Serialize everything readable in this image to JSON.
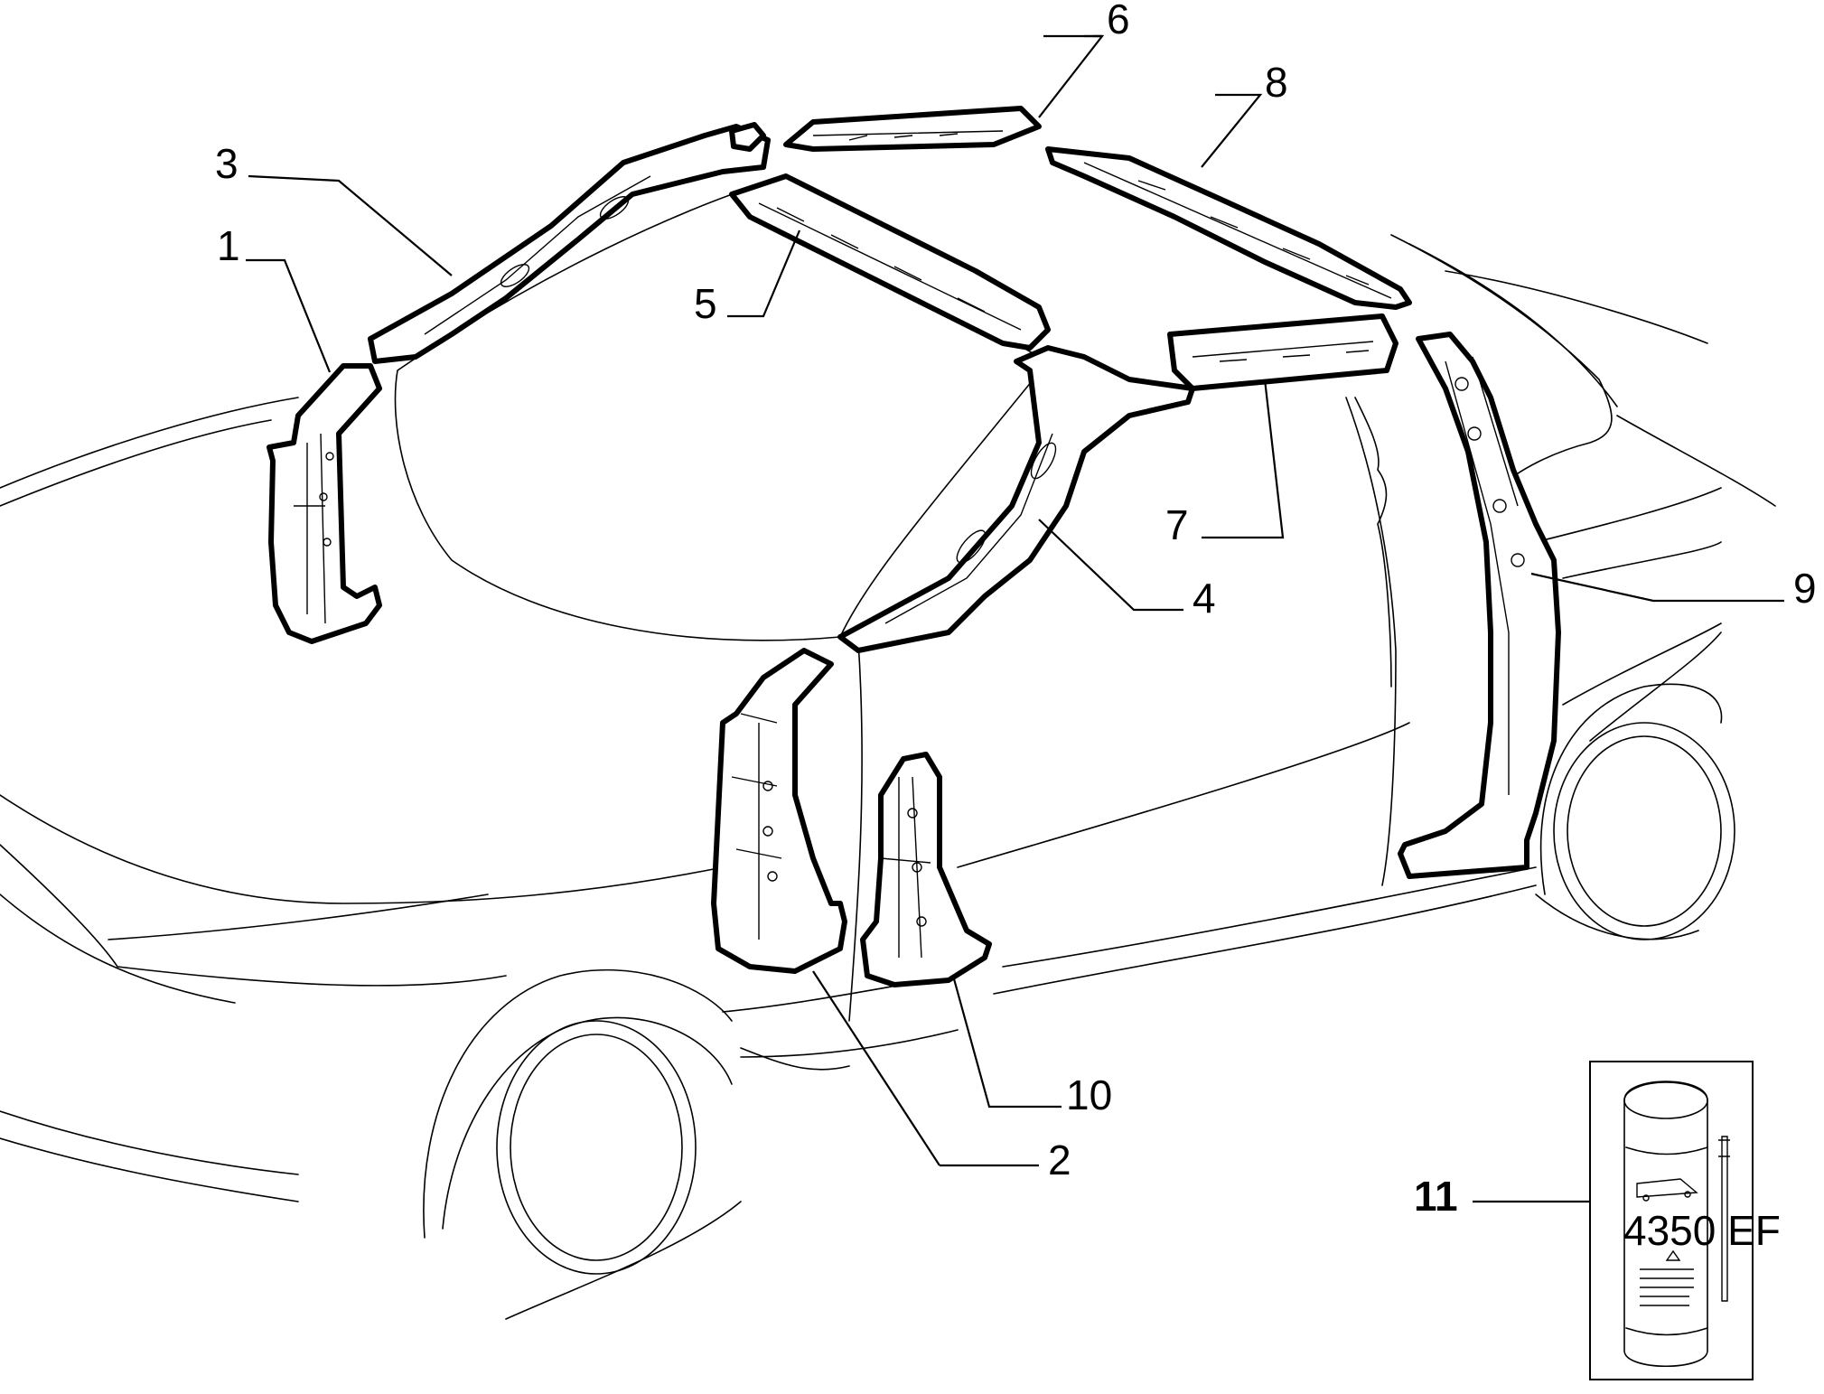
{
  "callouts": [
    {
      "id": "1",
      "text": "1"
    },
    {
      "id": "2",
      "text": "2"
    },
    {
      "id": "3",
      "text": "3"
    },
    {
      "id": "4",
      "text": "4"
    },
    {
      "id": "5",
      "text": "5"
    },
    {
      "id": "6",
      "text": "6"
    },
    {
      "id": "7",
      "text": "7"
    },
    {
      "id": "8",
      "text": "8"
    },
    {
      "id": "9",
      "text": "9"
    },
    {
      "id": "10",
      "text": "10"
    },
    {
      "id": "11",
      "text": "11"
    }
  ],
  "canister": {
    "label": "4350 EF"
  }
}
